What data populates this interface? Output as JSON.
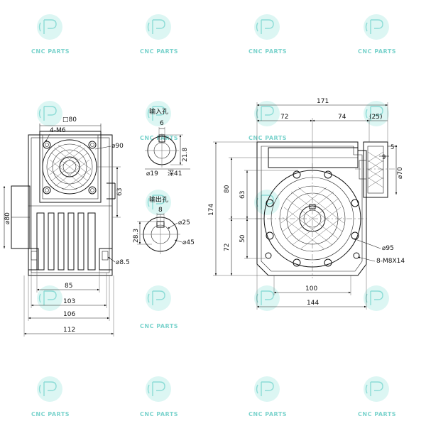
{
  "watermark": {
    "text": "CNC PARTS",
    "color": "#6ecfc8",
    "icon": "cnc-parts-logo-icon"
  },
  "detail_input": {
    "title": "输入孔",
    "key_width": "6",
    "key_depth": "21.8",
    "bore": "⌀19",
    "depth": "深41"
  },
  "detail_output": {
    "title": "输出孔",
    "key_width": "8",
    "key_depth": "28.3",
    "bore": "⌀25",
    "outer": "⌀45"
  },
  "side_view": {
    "flange_square": "□80",
    "bolt_holes": "4-M6",
    "pcd": "⌀90",
    "pilot": "⌀80",
    "height_63": "63",
    "mount_hole": "⌀8.5",
    "width_85": "85",
    "width_103": "103",
    "width_106": "106",
    "width_112": "112"
  },
  "front_view": {
    "width_171": "171",
    "width_72": "72",
    "width_74": "74",
    "ref_25": "(25)",
    "dim_5": "5",
    "dim_9": "9",
    "dia_70": "⌀70",
    "height_174": "174",
    "height_80": "80",
    "height_63": "63",
    "height_50": "50",
    "height_72": "72",
    "dia_95": "⌀95",
    "threads": "8-M8X14",
    "width_100": "100",
    "width_144": "144"
  }
}
